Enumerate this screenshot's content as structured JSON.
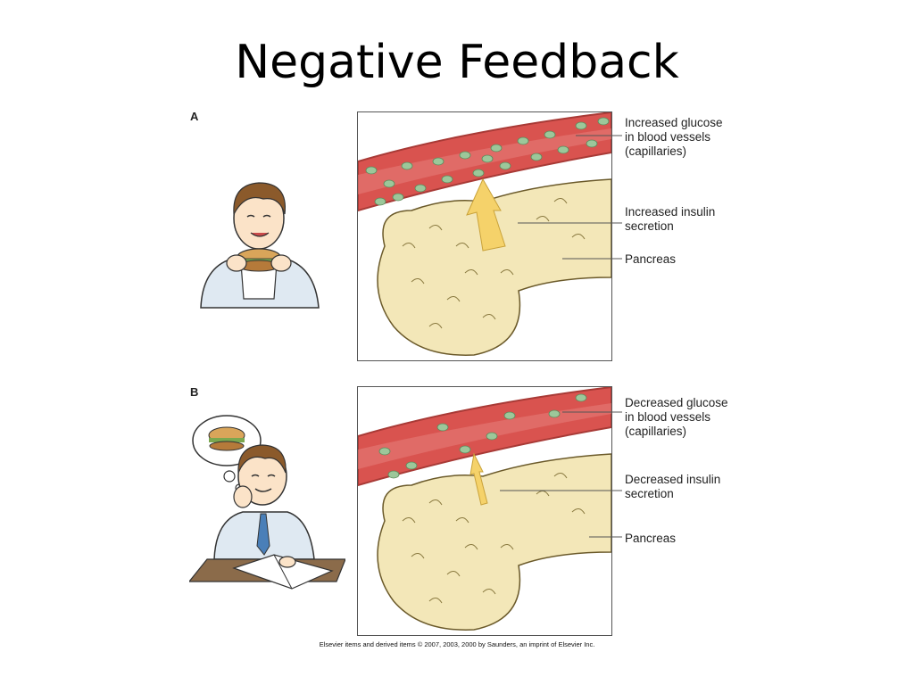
{
  "title": "Negative Feedback",
  "panels": [
    {
      "letter": "A",
      "labels": {
        "glucose": [
          "Increased glucose",
          "in blood vessels",
          "(capillaries)"
        ],
        "insulin": [
          "Increased insulin",
          "secretion"
        ],
        "pancreas": "Pancreas"
      }
    },
    {
      "letter": "B",
      "labels": {
        "glucose": [
          "Decreased glucose",
          "in blood vessels",
          "(capillaries)"
        ],
        "insulin": [
          "Decreased insulin",
          "secretion"
        ],
        "pancreas": "Pancreas"
      }
    }
  ],
  "credit": "Elsevier items and derived items © 2007, 2003, 2000 by Saunders, an imprint of Elsevier Inc.",
  "colors": {
    "vessel": "#d9534f",
    "glucose": "#9cc79a",
    "pancreas": "#f3e7b8",
    "arrow": "#f5d26a"
  }
}
